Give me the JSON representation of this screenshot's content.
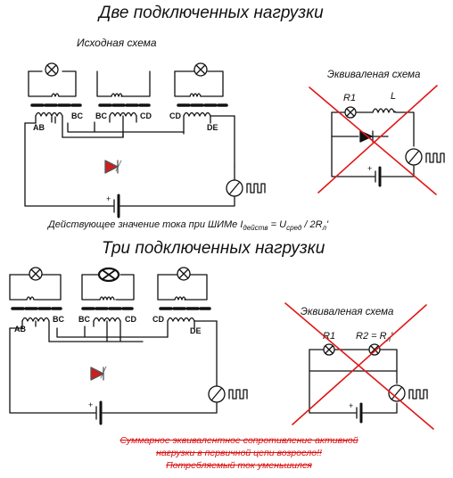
{
  "section1": {
    "title": "Две подключенных нагрузки",
    "subtitle": "Исходная схема",
    "coil_labels": [
      "AB",
      "BC",
      "BC",
      "CD",
      "CD",
      "DE"
    ],
    "equivalent_title": "Эквиваленая схема",
    "r_label": "R1",
    "l_label": "L",
    "formula_prefix": "Действующее значение тока при ШИМе  I",
    "formula_sub1": "действ",
    "formula_mid": " = U",
    "formula_sub2": "сред",
    "formula_end": " / 2R",
    "formula_sub3": "л",
    "formula_tail": "'"
  },
  "section2": {
    "title": "Три подключенных нагрузки",
    "coil_labels": [
      "AB",
      "BC",
      "BC",
      "CD",
      "CD",
      "DE"
    ],
    "equivalent_title": "Эквиваленая схема",
    "r1_label": "R1",
    "r2_label": "R2 = R",
    "r2_sub": "л",
    "r2_tail": "'",
    "note_lines": [
      "Суммарное эквивалентное сопротивление активной",
      "нагрузки в первичной цепи возросло!!",
      "Потребляемый ток уменьшился"
    ]
  },
  "colors": {
    "line": "#111111",
    "cross": "#e01818",
    "diode_fill": "#cc1f1f",
    "note": "#d81010"
  },
  "icons": [
    "lamp-icon",
    "diode-icon",
    "battery-icon",
    "pwm-source-icon",
    "resistor-lamp-icon",
    "inductor-icon"
  ]
}
